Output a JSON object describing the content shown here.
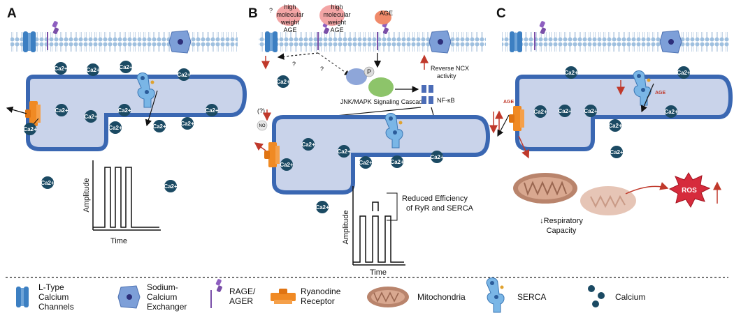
{
  "panels": {
    "a": {
      "letter": "A"
    },
    "b": {
      "letter": "B"
    },
    "c": {
      "letter": "C"
    }
  },
  "ions": {
    "calcium": "Ca2+"
  },
  "panel_a": {
    "y_label": "Amplitude",
    "x_label": "Time"
  },
  "panel_b": {
    "q1": "?",
    "q2": "?",
    "q3": "?",
    "q4": "(?)",
    "hmw_age_1": [
      "high",
      "molecular",
      "weight",
      "AGE"
    ],
    "hmw_age_2": [
      "high",
      "molecular",
      "weight",
      "AGE"
    ],
    "age": "AGE",
    "reverse_ncx": [
      "Reverse NCX",
      "activity"
    ],
    "p": "P",
    "jnk": "JNK/MAPK Signaling Cascade",
    "nfkb": "NF-κB",
    "no1": "NO",
    "no2": "NO",
    "reduced": [
      "Reduced Efficiency",
      "of RyR and SERCA"
    ],
    "y_label": "Amplitude",
    "x_label": "Time"
  },
  "panel_c": {
    "age1": "AGE",
    "age2": "AGE",
    "ros": "ROS",
    "resp": [
      "↓Respiratory",
      "Capacity"
    ]
  },
  "legend": {
    "ltype": [
      "L-Type",
      "Calcium",
      "Channels"
    ],
    "ncx": [
      "Sodium-",
      "Calcium",
      "Exchanger"
    ],
    "rage": [
      "RAGE/",
      "AGER"
    ],
    "ryr": [
      "Ryanodine",
      "Receptor"
    ],
    "mito": "Mitochondria",
    "serca": "SERCA",
    "calcium": "Calcium"
  },
  "colors": {
    "membrane": "#8fb3d6",
    "cell_fill": "#c9d3ea",
    "cell_stroke": "#3a67b2",
    "calcium": "#1b4a63",
    "ryr": "#f08a24",
    "arrow_red": "#c0392b",
    "ros": "#d62b3c",
    "mito": "#b9846c"
  }
}
